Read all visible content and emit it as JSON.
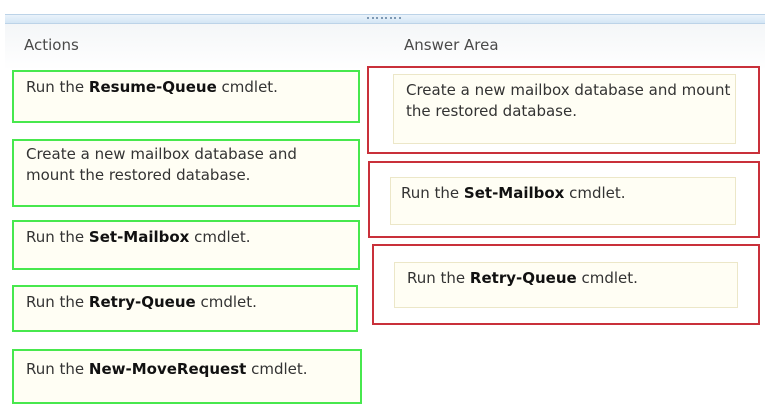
{
  "headers": {
    "actions": "Actions",
    "answer_area": "Answer Area"
  },
  "actions": [
    {
      "pre": "Run the ",
      "bold": "Resume-Queue",
      "post": " cmdlet."
    },
    {
      "pre": "Create a new mailbox database and mount the restored database.",
      "bold": "",
      "post": ""
    },
    {
      "pre": "Run the ",
      "bold": "Set-Mailbox",
      "post": " cmdlet."
    },
    {
      "pre": "Run the ",
      "bold": "Retry-Queue",
      "post": " cmdlet."
    },
    {
      "pre": "Run the ",
      "bold": "New-MoveRequest",
      "post": " cmdlet."
    }
  ],
  "answers": [
    {
      "pre": "Create a new mailbox database and mount the restored database.",
      "bold": "",
      "post": ""
    },
    {
      "pre": "Run the ",
      "bold": "Set-Mailbox",
      "post": " cmdlet."
    },
    {
      "pre": "Run the ",
      "bold": "Retry-Queue",
      "post": " cmdlet."
    }
  ],
  "colors": {
    "action_border": "#47e84d",
    "answer_border": "#c9303a",
    "card_fill": "#fffef4"
  }
}
